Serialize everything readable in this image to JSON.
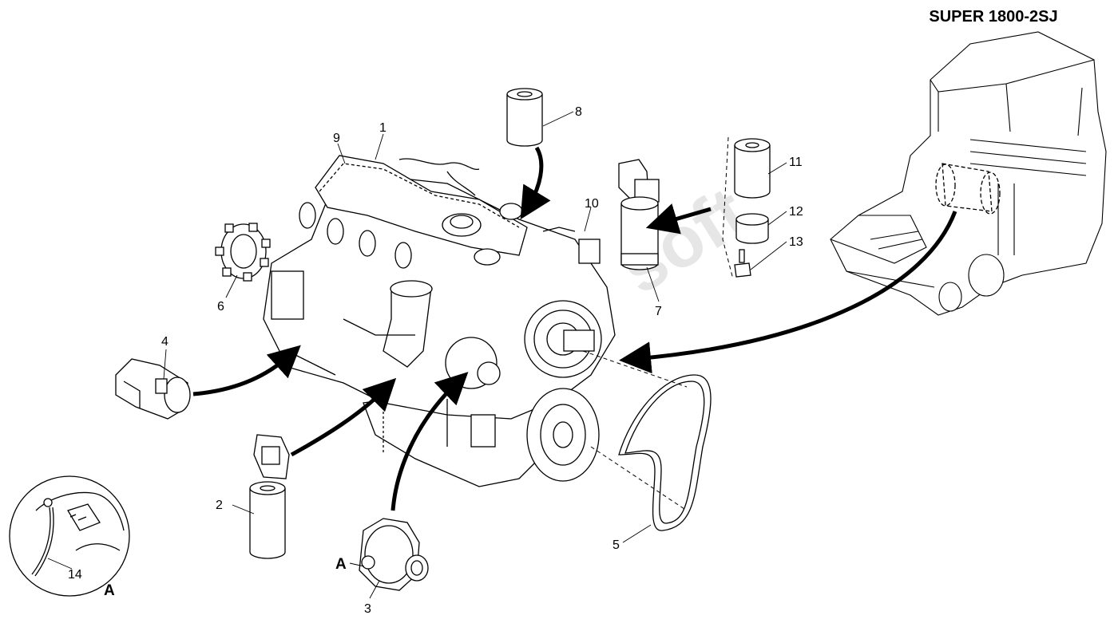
{
  "title": "SUPER 1800-2SJ",
  "callouts": [
    "1",
    "2",
    "3",
    "4",
    "5",
    "6",
    "7",
    "8",
    "9",
    "10",
    "11",
    "12",
    "13",
    "14"
  ],
  "detail_letter": "A",
  "watermark_text": "soft"
}
